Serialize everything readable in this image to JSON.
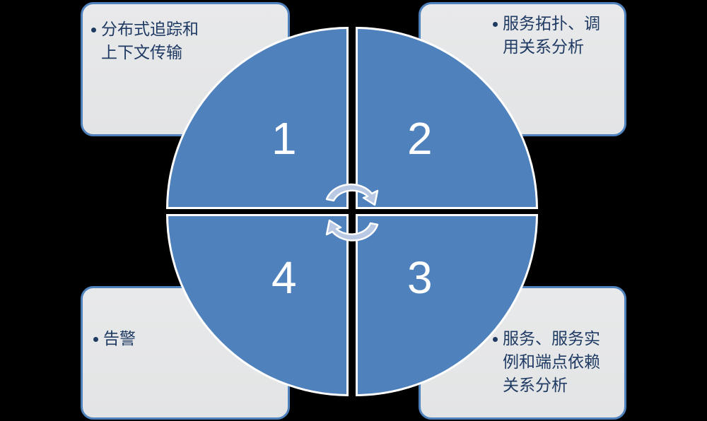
{
  "diagram": {
    "type": "cycle-matrix",
    "colors": {
      "background": "#000000",
      "quadrant_fill": "#4f81bd",
      "quadrant_border": "#ffffff",
      "box_fill": "#e6e7e8",
      "box_border": "#4f81bd",
      "text": "#1f3a63",
      "arrow_fill": "#b9c9e3"
    },
    "quadrants": [
      {
        "number": "1",
        "text": "分布式追踪和\n上下文传输"
      },
      {
        "number": "2",
        "text": "服务拓扑、调\n用关系分析"
      },
      {
        "number": "3",
        "text": "服务、服务实\n例和端点依赖\n关系分析"
      },
      {
        "number": "4",
        "text": "告警"
      }
    ],
    "center_icon": "cycle-arrows-icon"
  }
}
